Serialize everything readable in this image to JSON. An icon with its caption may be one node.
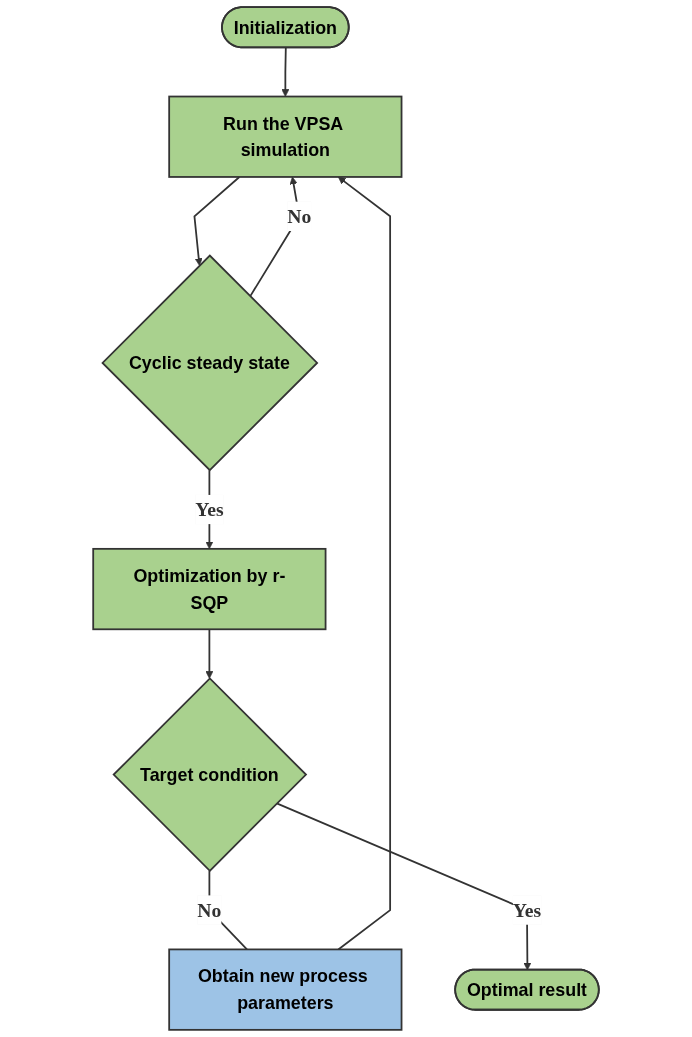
{
  "diagram": {
    "nodes": [
      {
        "text": [
          "Initialization"
        ]
      },
      {
        "text": [
          "Run the VPSA simulation"
        ]
      },
      {
        "text": [
          "Cyclic steady state"
        ]
      },
      {
        "text": [
          "Optimization by r-SQP"
        ]
      },
      {
        "text": [
          "Target condition"
        ]
      },
      {
        "text": [
          "Optimal result"
        ]
      },
      {
        "text": [
          "Obtain new process parameters"
        ]
      }
    ],
    "edges": [
      {
        "from": 0,
        "to": 1,
        "arrow": "to"
      },
      {
        "from": 1,
        "to": 2,
        "arrow": "to"
      },
      {
        "from": 2,
        "to": 1,
        "arrow": "to",
        "label": "No"
      },
      {
        "from": 2,
        "to": 3,
        "arrow": "to",
        "label": "Yes"
      },
      {
        "from": 3,
        "to": 4,
        "arrow": "to"
      },
      {
        "from": 4,
        "to": 6,
        "arrow": "none",
        "label": "No"
      },
      {
        "from": 6,
        "to": 1,
        "arrow": "to"
      },
      {
        "from": 4,
        "to": 5,
        "arrow": "to",
        "label": "Yes"
      }
    ]
  }
}
